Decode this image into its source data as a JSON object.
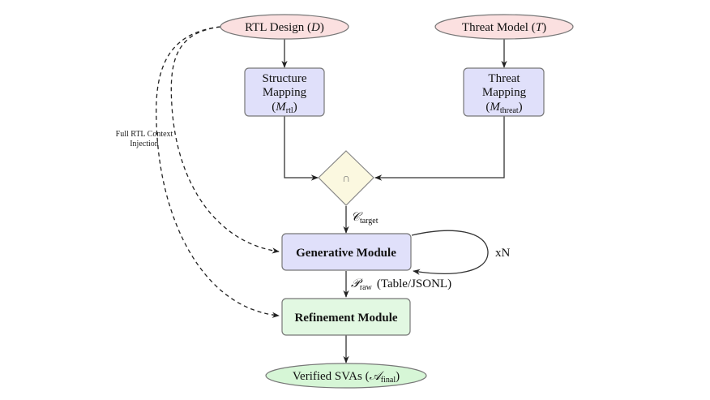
{
  "diagram": {
    "nodes": {
      "rtl_design": {
        "label": "RTL Design (",
        "var": "D",
        "close": ")",
        "fill": "#fbe0e0",
        "stroke": "#777"
      },
      "threat_model": {
        "label": "Threat Model (",
        "var": "T",
        "close": ")",
        "fill": "#fbe0e0",
        "stroke": "#777"
      },
      "structure_mapping": {
        "line1": "Structure",
        "line2": "Mapping",
        "var": "M",
        "sub": "rtl",
        "fill": "#e0e0fa",
        "stroke": "#777"
      },
      "threat_mapping": {
        "line1": "Threat",
        "line2": "Mapping",
        "var": "M",
        "sub": "threat",
        "fill": "#e0e0fa",
        "stroke": "#777"
      },
      "intersection": {
        "symbol": "∩",
        "fill": "#fbf8e0",
        "stroke": "#888"
      },
      "generative_module": {
        "label": "Generative Module",
        "fill": "#e0e0fa",
        "stroke": "#777"
      },
      "refinement_module": {
        "label": "Refinement Module",
        "fill": "#e2f8e2",
        "stroke": "#777"
      },
      "verified_svas": {
        "label": "Verified SVAs (",
        "var": "A",
        "sub": "final",
        "close": ")",
        "fill": "#d6f6d6",
        "stroke": "#777"
      }
    },
    "edge_labels": {
      "c_target": {
        "var": "C",
        "sub": "target"
      },
      "p_raw": {
        "var": "P",
        "sub": "raw",
        "suffix": "(Table/JSONL)"
      },
      "loop": "xN",
      "context_injection_line1": "Full RTL Context",
      "context_injection_line2": "Injection"
    }
  }
}
